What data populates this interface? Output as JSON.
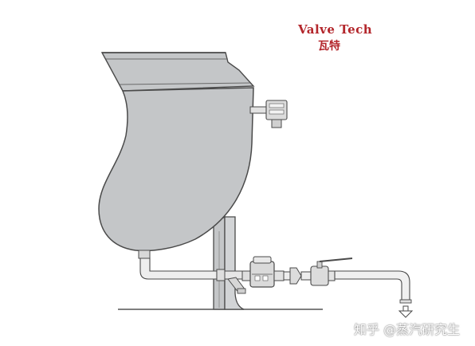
{
  "brand": {
    "title": "Valve Tech",
    "subtitle": "瓦特"
  },
  "watermark": {
    "text": "知乎 @蒸汽研究生"
  },
  "colors": {
    "vessel_fill": "#c4c6c8",
    "outline": "#4a4a4a",
    "pipe_fill": "#eeeeee",
    "brand_red": "#b3262b"
  }
}
